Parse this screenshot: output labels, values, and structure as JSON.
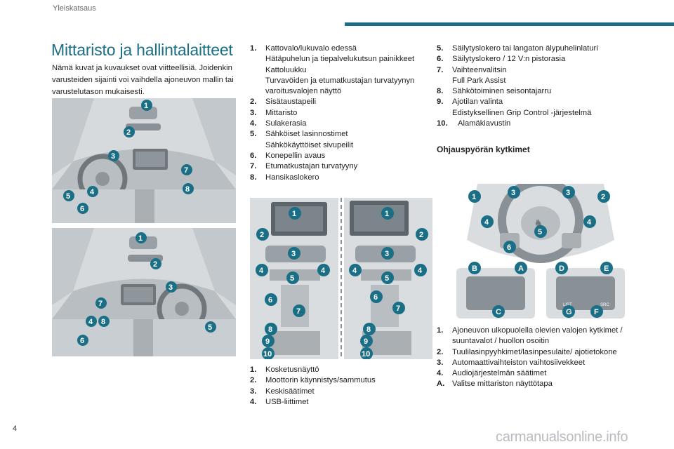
{
  "header": {
    "section": "Yleiskatsaus"
  },
  "page": {
    "title": "Mittaristo ja hallintalaitteet",
    "number": "4"
  },
  "intro": "Nämä kuvat ja kuvaukset ovat viitteellisiä. Joidenkin varusteiden sijainti voi vaihdella ajoneuvon mallin tai varustelutason mukaisesti.",
  "dashboard_labels_top": [
    "1",
    "2",
    "3",
    "5",
    "4",
    "6",
    "7",
    "8"
  ],
  "dashboard_labels_bottom": [
    "1",
    "2",
    "3",
    "7",
    "4",
    "8",
    "6",
    "5"
  ],
  "console_labels": [
    "1",
    "2",
    "3",
    "4",
    "5",
    "6",
    "7",
    "8",
    "9",
    "10"
  ],
  "wheel_labels": [
    "1",
    "2",
    "3",
    "4",
    "5",
    "6",
    "A",
    "B",
    "C",
    "D",
    "E",
    "F",
    "G"
  ],
  "list_middle": [
    {
      "num": "1.",
      "lines": [
        "Kattovalo/lukuvalo edessä",
        "Hätäpuhelun ja tiepalvelukutsun painikkeet",
        "Kattoluukku",
        "Turvavöiden ja etumatkustajan turvatyynyn varoitusvalojen näyttö"
      ]
    },
    {
      "num": "2.",
      "lines": [
        "Sisätaustapeili"
      ]
    },
    {
      "num": "3.",
      "lines": [
        "Mittaristo"
      ]
    },
    {
      "num": "4.",
      "lines": [
        "Sulakerasia"
      ]
    },
    {
      "num": "5.",
      "lines": [
        "Sähköiset lasinnostimet",
        "Sähkökäyttöiset sivupeilit"
      ]
    },
    {
      "num": "6.",
      "lines": [
        "Konepellin avaus"
      ]
    },
    {
      "num": "7.",
      "lines": [
        "Etumatkustajan turvatyyny"
      ]
    },
    {
      "num": "8.",
      "lines": [
        "Hansikaslokero"
      ]
    }
  ],
  "list_console": [
    {
      "num": "1.",
      "lines": [
        "Kosketusnäyttö"
      ]
    },
    {
      "num": "2.",
      "lines": [
        "Moottorin käynnistys/sammutus"
      ]
    },
    {
      "num": "3.",
      "lines": [
        "Keskisäätimet"
      ]
    },
    {
      "num": "4.",
      "lines": [
        "USB-liittimet"
      ]
    }
  ],
  "list_right": [
    {
      "num": "5.",
      "lines": [
        "Säilytyslokero tai langaton älypuhelinlaturi"
      ]
    },
    {
      "num": "6.",
      "lines": [
        "Säilytyslokero / 12 V:n pistorasia"
      ]
    },
    {
      "num": "7.",
      "lines": [
        "Vaihteenvalitsin",
        "Full Park Assist"
      ]
    },
    {
      "num": "8.",
      "lines": [
        "Sähkötoiminen seisontajarru"
      ]
    },
    {
      "num": "9.",
      "lines": [
        "Ajotilan valinta",
        "Edistyksellinen Grip Control -järjestelmä"
      ]
    },
    {
      "num": "10.",
      "lines": [
        "Alamäkiavustin"
      ]
    }
  ],
  "subhead": "Ohjauspyörän kytkimet",
  "list_wheel": [
    {
      "num": "1.",
      "lines": [
        "Ajoneuvon ulkopuolella olevien valojen kytkimet / suuntavalot / huollon osoitin"
      ]
    },
    {
      "num": "2.",
      "lines": [
        "Tuulilasinpyyhkimet/lasinpesulaite/ ajotietokone"
      ]
    },
    {
      "num": "3.",
      "lines": [
        "Automaattivaihteiston vaihtosiivekkeet"
      ]
    },
    {
      "num": "4.",
      "lines": [
        "Audiojärjestelmän säätimet"
      ]
    },
    {
      "num": "A.",
      "lines": [
        "Valitse mittariston näyttötapa"
      ]
    }
  ],
  "wheel_button_texts": [
    "LIST",
    "SRC"
  ],
  "watermark": "carmanualsonline.info",
  "colors": {
    "accent": "#1a6f86",
    "image_bg": "#d9dde0"
  }
}
